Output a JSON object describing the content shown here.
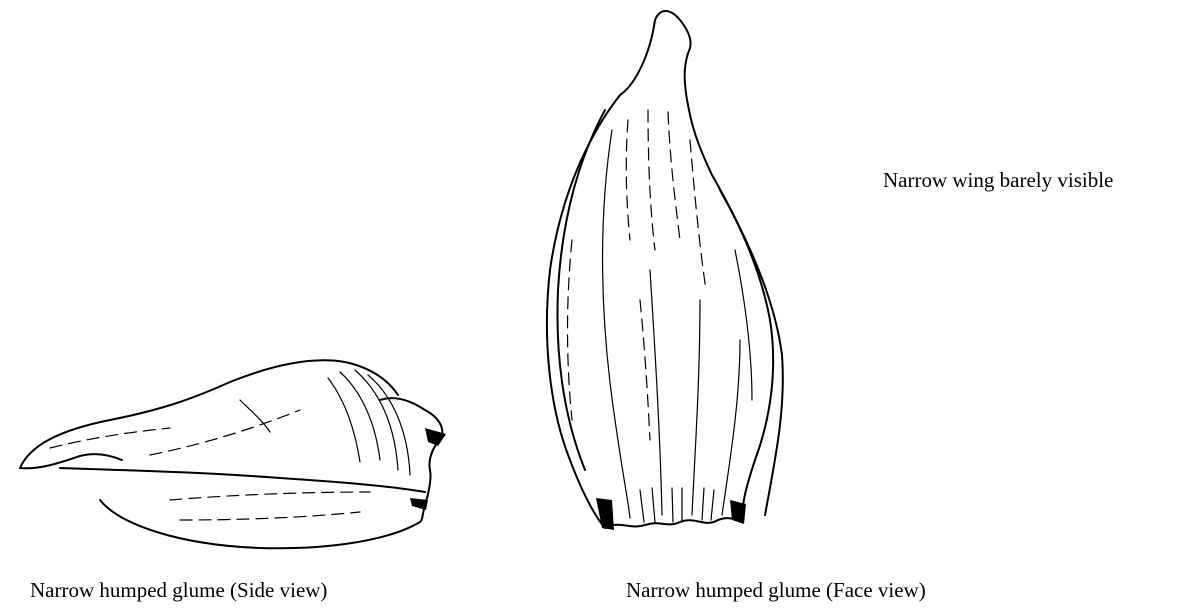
{
  "figures": [
    {
      "caption": "Narrow humped glume (Side view)"
    },
    {
      "caption": "Narrow humped glume (Face view)"
    }
  ],
  "annotation": "Narrow wing barely visible"
}
